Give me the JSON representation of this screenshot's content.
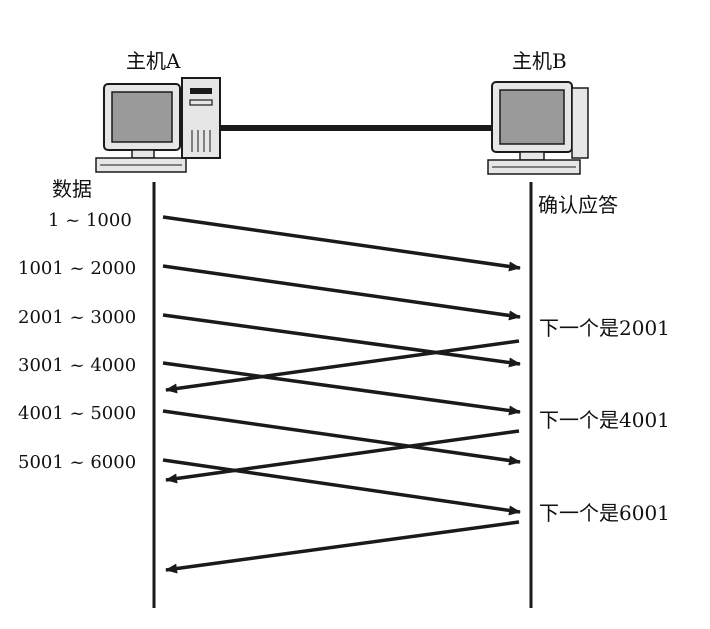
{
  "hosts": {
    "a_label": "主机A",
    "b_label": "主机B"
  },
  "left_header": "数据",
  "right_header": "确认应答",
  "segments": [
    "1 ~ 1000",
    "1001 ~ 2000",
    "2001 ~ 3000",
    "3001 ~ 4000",
    "4001 ~ 5000",
    "5001 ~ 6000"
  ],
  "acks": [
    "下一个是2001",
    "下一个是4001",
    "下一个是6001"
  ],
  "colors": {
    "line": "#1a1a1a",
    "monitor_screen": "#9a9a9a",
    "device_body": "#e6e6e6"
  }
}
